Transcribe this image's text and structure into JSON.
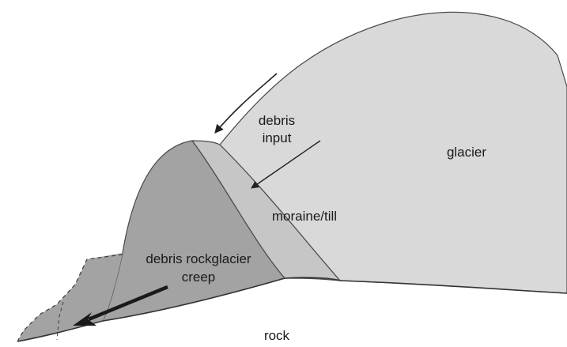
{
  "labels": {
    "debris_input_line1": "debris",
    "debris_input_line2": "input",
    "glacier": "glacier",
    "moraine_till": "moraine/till",
    "rockglacier_line1": "debris rockglacier",
    "rockglacier_line2": "creep",
    "rock": "rock"
  },
  "colors": {
    "glacier": "#d9d9d9",
    "moraine": "#c6c6c6",
    "rockglacier": "#a3a3a3",
    "rock": "#ffffff",
    "outline": "#4a4a4a",
    "arrow": "#222222"
  }
}
